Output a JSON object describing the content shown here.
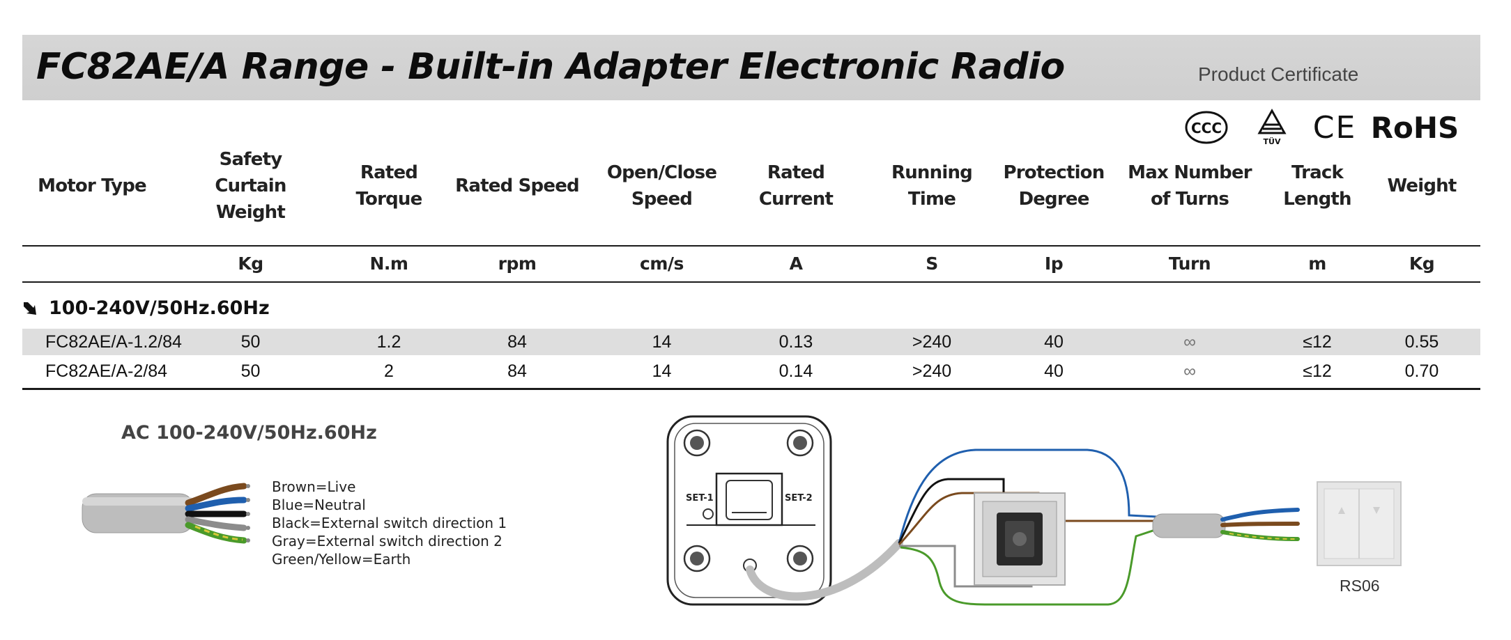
{
  "header": {
    "title": "FC82AE/A Range - Built-in Adapter Electronic Radio",
    "certificate_label": "Product Certificate",
    "certificates": {
      "ccc": "CCC",
      "tuv": "TÜV",
      "ce": "CE",
      "rohs": "RoHS"
    }
  },
  "table": {
    "columns": [
      {
        "l1": "",
        "l2": "Motor Type",
        "unit": ""
      },
      {
        "l1": "Safety Curtain",
        "l2": "Weight",
        "unit": "Kg"
      },
      {
        "l1": "",
        "l2": "Rated Torque",
        "unit": "N.m"
      },
      {
        "l1": "",
        "l2": "Rated Speed",
        "unit": "rpm"
      },
      {
        "l1": "Open/Close",
        "l2": "Speed",
        "unit": "cm/s"
      },
      {
        "l1": "",
        "l2": "Rated Current",
        "unit": "A"
      },
      {
        "l1": "",
        "l2": "Running Time",
        "unit": "S"
      },
      {
        "l1": "Protection",
        "l2": "Degree",
        "unit": "Ip"
      },
      {
        "l1": "Max Number",
        "l2": "of Turns",
        "unit": "Turn"
      },
      {
        "l1": "",
        "l2": "Track Length",
        "unit": "m"
      },
      {
        "l1": "",
        "l2": "Weight",
        "unit": "Kg"
      }
    ],
    "group_label": "100-240V/50Hz.60Hz",
    "rows": [
      [
        "FC82AE/A-1.2/84",
        "50",
        "1.2",
        "84",
        "14",
        "0.13",
        ">240",
        "40",
        "∞",
        "≤12",
        "0.55"
      ],
      [
        "FC82AE/A-2/84",
        "50",
        "2",
        "84",
        "14",
        "0.14",
        ">240",
        "40",
        "∞",
        "≤12",
        "0.70"
      ]
    ]
  },
  "wiring": {
    "ac_label": "AC 100-240V/50Hz.60Hz",
    "legend": [
      "Brown=Live",
      "Blue=Neutral",
      "Black=External switch direction 1",
      "Gray=External switch direction 2",
      "Green/Yellow=Earth"
    ],
    "port_labels": {
      "set1": "SET-1",
      "set2": "SET-2"
    },
    "switch_label": "RS06",
    "wire_colors": {
      "brown": "#7a4a1e",
      "blue": "#1f5fae",
      "black": "#111111",
      "gray": "#8c8c8c",
      "green": "#4a9a2a",
      "yellow": "#d8c83a"
    }
  }
}
